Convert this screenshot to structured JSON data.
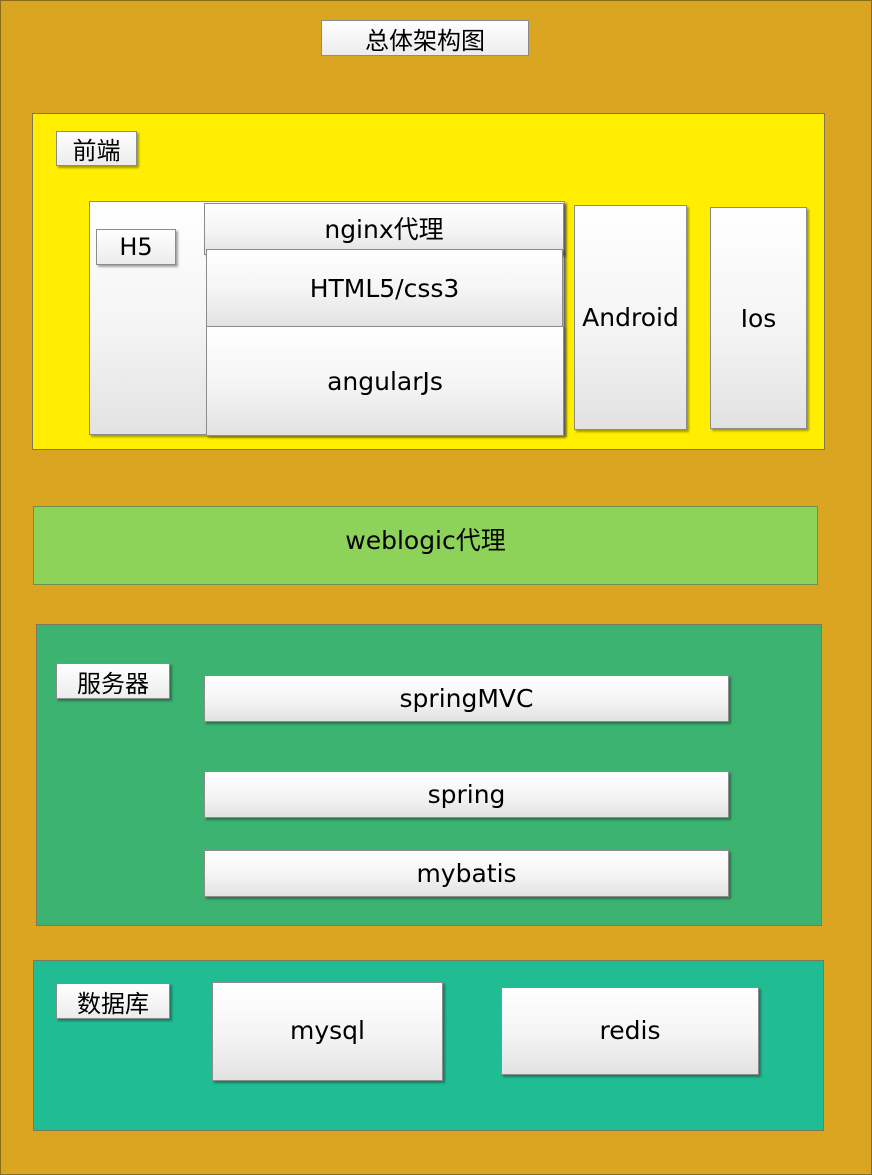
{
  "title": "总体架构图",
  "frontend": {
    "label": "前端",
    "h5": {
      "label": "H5",
      "layers": [
        "nginx代理",
        "HTML5/css3",
        "angularJs"
      ]
    },
    "android": "Android",
    "ios": "Ios"
  },
  "proxy": {
    "label": "weblogic代理"
  },
  "server": {
    "label": "服务器",
    "items": [
      "springMVC",
      "spring",
      "mybatis"
    ]
  },
  "database": {
    "label": "数据库",
    "items": [
      "mysql",
      "redis"
    ]
  },
  "colors": {
    "background": "#daa520",
    "frontend": "#ffee00",
    "proxy": "#8dd35a",
    "server": "#3cb371",
    "database": "#20bc94"
  }
}
